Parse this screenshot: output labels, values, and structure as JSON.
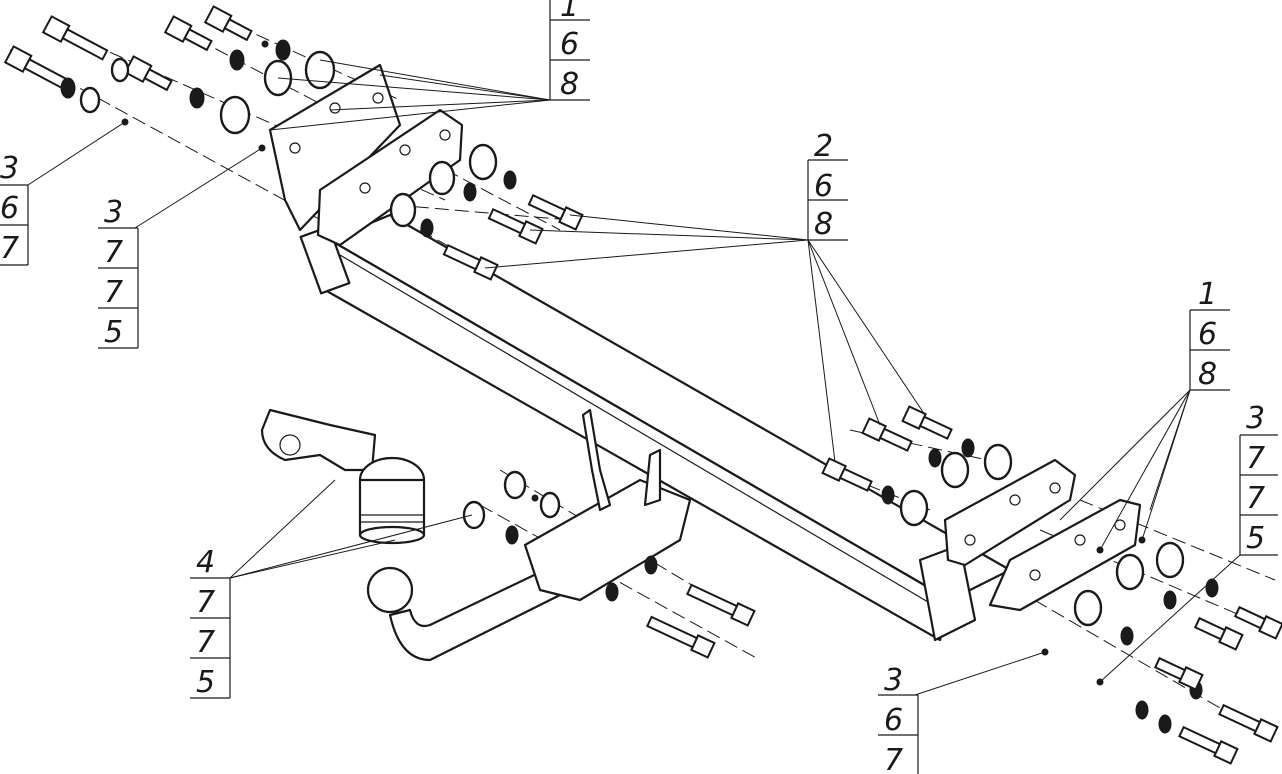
{
  "callouts": [
    {
      "id": "top-left-stack",
      "values": [
        "1",
        "6",
        "8"
      ]
    },
    {
      "id": "left-stack-a",
      "values": [
        "3",
        "6",
        "7"
      ]
    },
    {
      "id": "left-stack-b",
      "values": [
        "3",
        "7",
        "7",
        "5"
      ]
    },
    {
      "id": "center-stack",
      "values": [
        "2",
        "6",
        "8"
      ]
    },
    {
      "id": "right-stack-a",
      "values": [
        "1",
        "6",
        "8"
      ]
    },
    {
      "id": "right-stack-b",
      "values": [
        "3",
        "7",
        "7",
        "5"
      ]
    },
    {
      "id": "bottom-left-stack",
      "values": [
        "4",
        "7",
        "7",
        "5"
      ]
    },
    {
      "id": "bottom-right-stack",
      "values": [
        "3",
        "6",
        "7"
      ]
    }
  ]
}
